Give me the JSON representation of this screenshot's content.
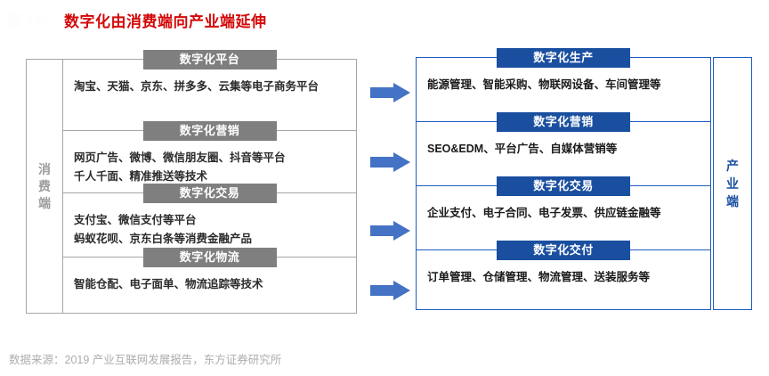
{
  "figure": {
    "tag": "图 30:",
    "title": "数字化由消费端向产业端延伸"
  },
  "colors": {
    "title_red": "#d30808",
    "consumer_gray": "#7f7f7f",
    "consumer_border": "#a6a6a6",
    "industry_blue": "#1a4fa0",
    "industry_border": "#1f5bbf",
    "arrow_blue": "#4472c4",
    "source_gray": "#adadad"
  },
  "consumer_panel": {
    "side_label": "消费端",
    "sections": [
      {
        "header": "数字化平台",
        "lines": [
          "淘宝、天猫、京东、拼多多、云集等电子商务平台"
        ]
      },
      {
        "header": "数字化营销",
        "lines": [
          "网页广告、微博、微信朋友圈、抖音等平台",
          "千人千面、精准推送等技术"
        ]
      },
      {
        "header": "数字化交易",
        "lines": [
          "支付宝、微信支付等平台",
          "蚂蚁花呗、京东白条等消费金融产品"
        ]
      },
      {
        "header": "数字化物流",
        "lines": [
          "智能仓配、电子面单、物流追踪等技术"
        ]
      }
    ]
  },
  "arrows": [
    {
      "name": "arrow-platform-to-production"
    },
    {
      "name": "arrow-marketing-to-marketing"
    },
    {
      "name": "arrow-trade-to-trade"
    },
    {
      "name": "arrow-logistics-to-delivery"
    }
  ],
  "industry_panel": {
    "side_label": "产业端",
    "sections": [
      {
        "header": "数字化生产",
        "lines": [
          "能源管理、智能采购、物联网设备、车间管理等"
        ]
      },
      {
        "header": "数字化营销",
        "lines": [
          "SEO&EDM、平台广告、自媒体营销等"
        ]
      },
      {
        "header": "数字化交易",
        "lines": [
          "企业支付、电子合同、电子发票、供应链金融等"
        ]
      },
      {
        "header": "数字化交付",
        "lines": [
          "订单管理、仓储管理、物流管理、送装服务等"
        ]
      }
    ]
  },
  "source_note": "数据来源：2019 产业互联网发展报告，东方证券研究所"
}
